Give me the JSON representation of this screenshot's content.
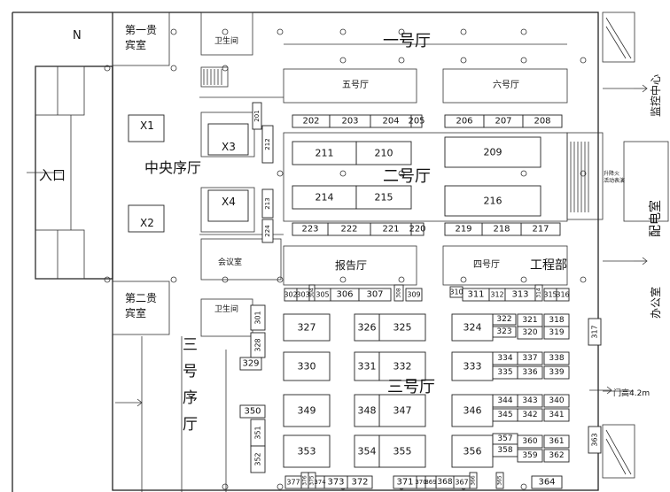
{
  "compass": "N",
  "halls": {
    "hall1": "一号厅",
    "hall2": "二号厅",
    "hall3": "三号厅",
    "hall3_vertical": [
      "三",
      "号",
      "序",
      "厅"
    ],
    "hall4": "四号厅",
    "hall5": "五号厅",
    "hall6": "六号厅",
    "report": "报告厅",
    "engineering": "工程部",
    "central_lobby": "中央序厅"
  },
  "rooms": {
    "vip1_line1": "第一贵",
    "vip1_line2": "宾室",
    "vip2_line1": "第二贵",
    "vip2_line2": "宾室",
    "toilet1": "卫生间",
    "toilet2": "卫生间",
    "meeting": "会议室",
    "elevator_line1": "升降火",
    "elevator_line2": "活动表演"
  },
  "side_labels": {
    "entrance": "入口",
    "monitor": "监控中心",
    "power": "配电室",
    "office": "办公室",
    "door_height": "门高4.2m"
  },
  "x_booths": [
    "X1",
    "X2",
    "X3",
    "X4"
  ],
  "booths": [
    {
      "n": "201"
    },
    {
      "n": "202"
    },
    {
      "n": "203"
    },
    {
      "n": "204"
    },
    {
      "n": "205"
    },
    {
      "n": "206"
    },
    {
      "n": "207"
    },
    {
      "n": "208"
    },
    {
      "n": "209"
    },
    {
      "n": "210"
    },
    {
      "n": "211"
    },
    {
      "n": "212"
    },
    {
      "n": "213"
    },
    {
      "n": "214"
    },
    {
      "n": "215"
    },
    {
      "n": "216"
    },
    {
      "n": "217"
    },
    {
      "n": "218"
    },
    {
      "n": "219"
    },
    {
      "n": "220"
    },
    {
      "n": "221"
    },
    {
      "n": "222"
    },
    {
      "n": "223"
    },
    {
      "n": "224"
    },
    {
      "n": "301"
    },
    {
      "n": "302"
    },
    {
      "n": "303"
    },
    {
      "n": "304"
    },
    {
      "n": "305"
    },
    {
      "n": "306"
    },
    {
      "n": "307"
    },
    {
      "n": "308"
    },
    {
      "n": "309"
    },
    {
      "n": "310"
    },
    {
      "n": "311"
    },
    {
      "n": "312"
    },
    {
      "n": "313"
    },
    {
      "n": "314"
    },
    {
      "n": "315"
    },
    {
      "n": "316"
    },
    {
      "n": "317"
    },
    {
      "n": "318"
    },
    {
      "n": "319"
    },
    {
      "n": "320"
    },
    {
      "n": "321"
    },
    {
      "n": "322"
    },
    {
      "n": "323"
    },
    {
      "n": "324"
    },
    {
      "n": "325"
    },
    {
      "n": "326"
    },
    {
      "n": "327"
    },
    {
      "n": "328"
    },
    {
      "n": "329"
    },
    {
      "n": "330"
    },
    {
      "n": "331"
    },
    {
      "n": "332"
    },
    {
      "n": "333"
    },
    {
      "n": "334"
    },
    {
      "n": "335"
    },
    {
      "n": "336"
    },
    {
      "n": "337"
    },
    {
      "n": "338"
    },
    {
      "n": "339"
    },
    {
      "n": "340"
    },
    {
      "n": "341"
    },
    {
      "n": "342"
    },
    {
      "n": "343"
    },
    {
      "n": "344"
    },
    {
      "n": "345"
    },
    {
      "n": "346"
    },
    {
      "n": "347"
    },
    {
      "n": "348"
    },
    {
      "n": "349"
    },
    {
      "n": "350"
    },
    {
      "n": "351"
    },
    {
      "n": "352"
    },
    {
      "n": "353"
    },
    {
      "n": "354"
    },
    {
      "n": "355"
    },
    {
      "n": "356"
    },
    {
      "n": "357"
    },
    {
      "n": "358"
    },
    {
      "n": "359"
    },
    {
      "n": "360"
    },
    {
      "n": "361"
    },
    {
      "n": "362"
    },
    {
      "n": "363"
    },
    {
      "n": "364"
    },
    {
      "n": "365"
    },
    {
      "n": "366"
    },
    {
      "n": "367"
    },
    {
      "n": "368"
    },
    {
      "n": "369"
    },
    {
      "n": "370"
    },
    {
      "n": "371"
    },
    {
      "n": "372"
    },
    {
      "n": "373"
    },
    {
      "n": "374"
    },
    {
      "n": "375"
    },
    {
      "n": "376"
    },
    {
      "n": "377"
    }
  ]
}
